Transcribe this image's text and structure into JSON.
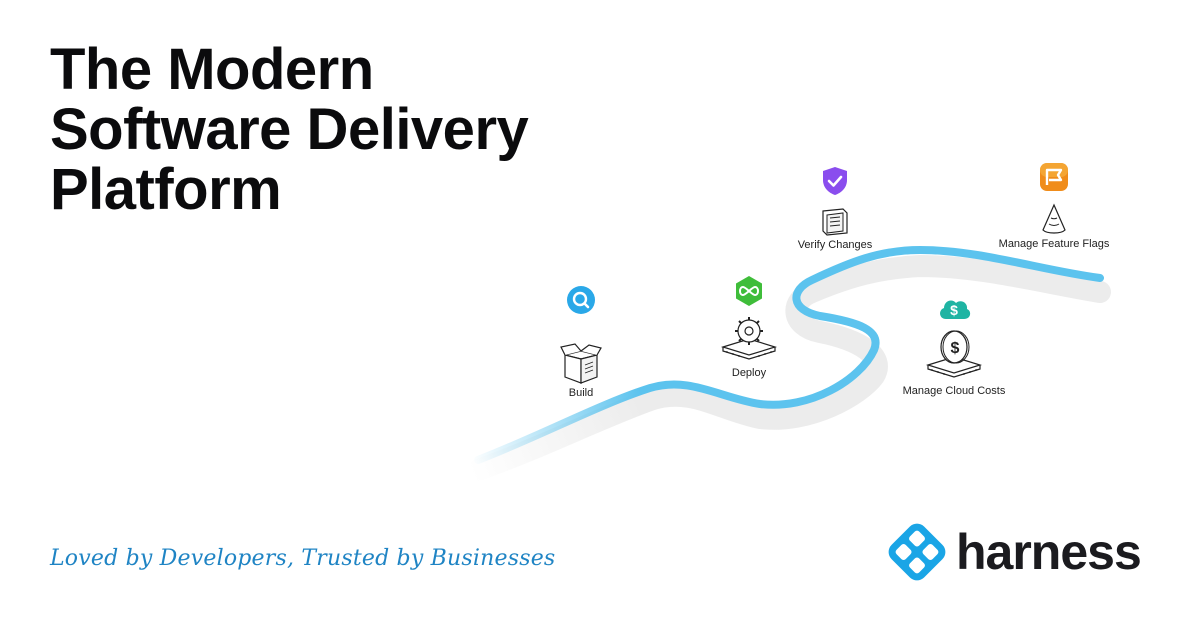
{
  "headline": {
    "lines": [
      "The Modern",
      "Software Delivery",
      "Platform"
    ]
  },
  "stages": {
    "build": {
      "label": "Build",
      "badge_icon": "search-icon",
      "badge_color": "#2aa8e8",
      "illustration": "open-box-icon"
    },
    "deploy": {
      "label": "Deploy",
      "badge_icon": "infinity-icon",
      "badge_color": "#3fbd3a",
      "illustration": "gear-platform-icon"
    },
    "verify": {
      "label": "Verify Changes",
      "badge_icon": "shield-check-icon",
      "badge_color": "#8a4dee",
      "illustration": "document-crate-icon"
    },
    "cloud_costs": {
      "label": "Manage Cloud Costs",
      "badge_icon": "dollar-cloud-icon",
      "badge_color": "#1fb4a3",
      "illustration": "coin-platform-icon"
    },
    "feature_flags": {
      "label": "Manage Feature Flags",
      "badge_icon": "flag-icon",
      "badge_color": "#f08c1a",
      "illustration": "cone-icon"
    }
  },
  "tagline": "Loved by Developers, Trusted by Businesses",
  "logo": {
    "word": "harness",
    "icon": "harness-diamond-icon",
    "color": "#1aa5e6"
  },
  "colors": {
    "road": "#5cc3ee",
    "road_shadow": "#ececec",
    "tagline": "#1f84c4"
  }
}
